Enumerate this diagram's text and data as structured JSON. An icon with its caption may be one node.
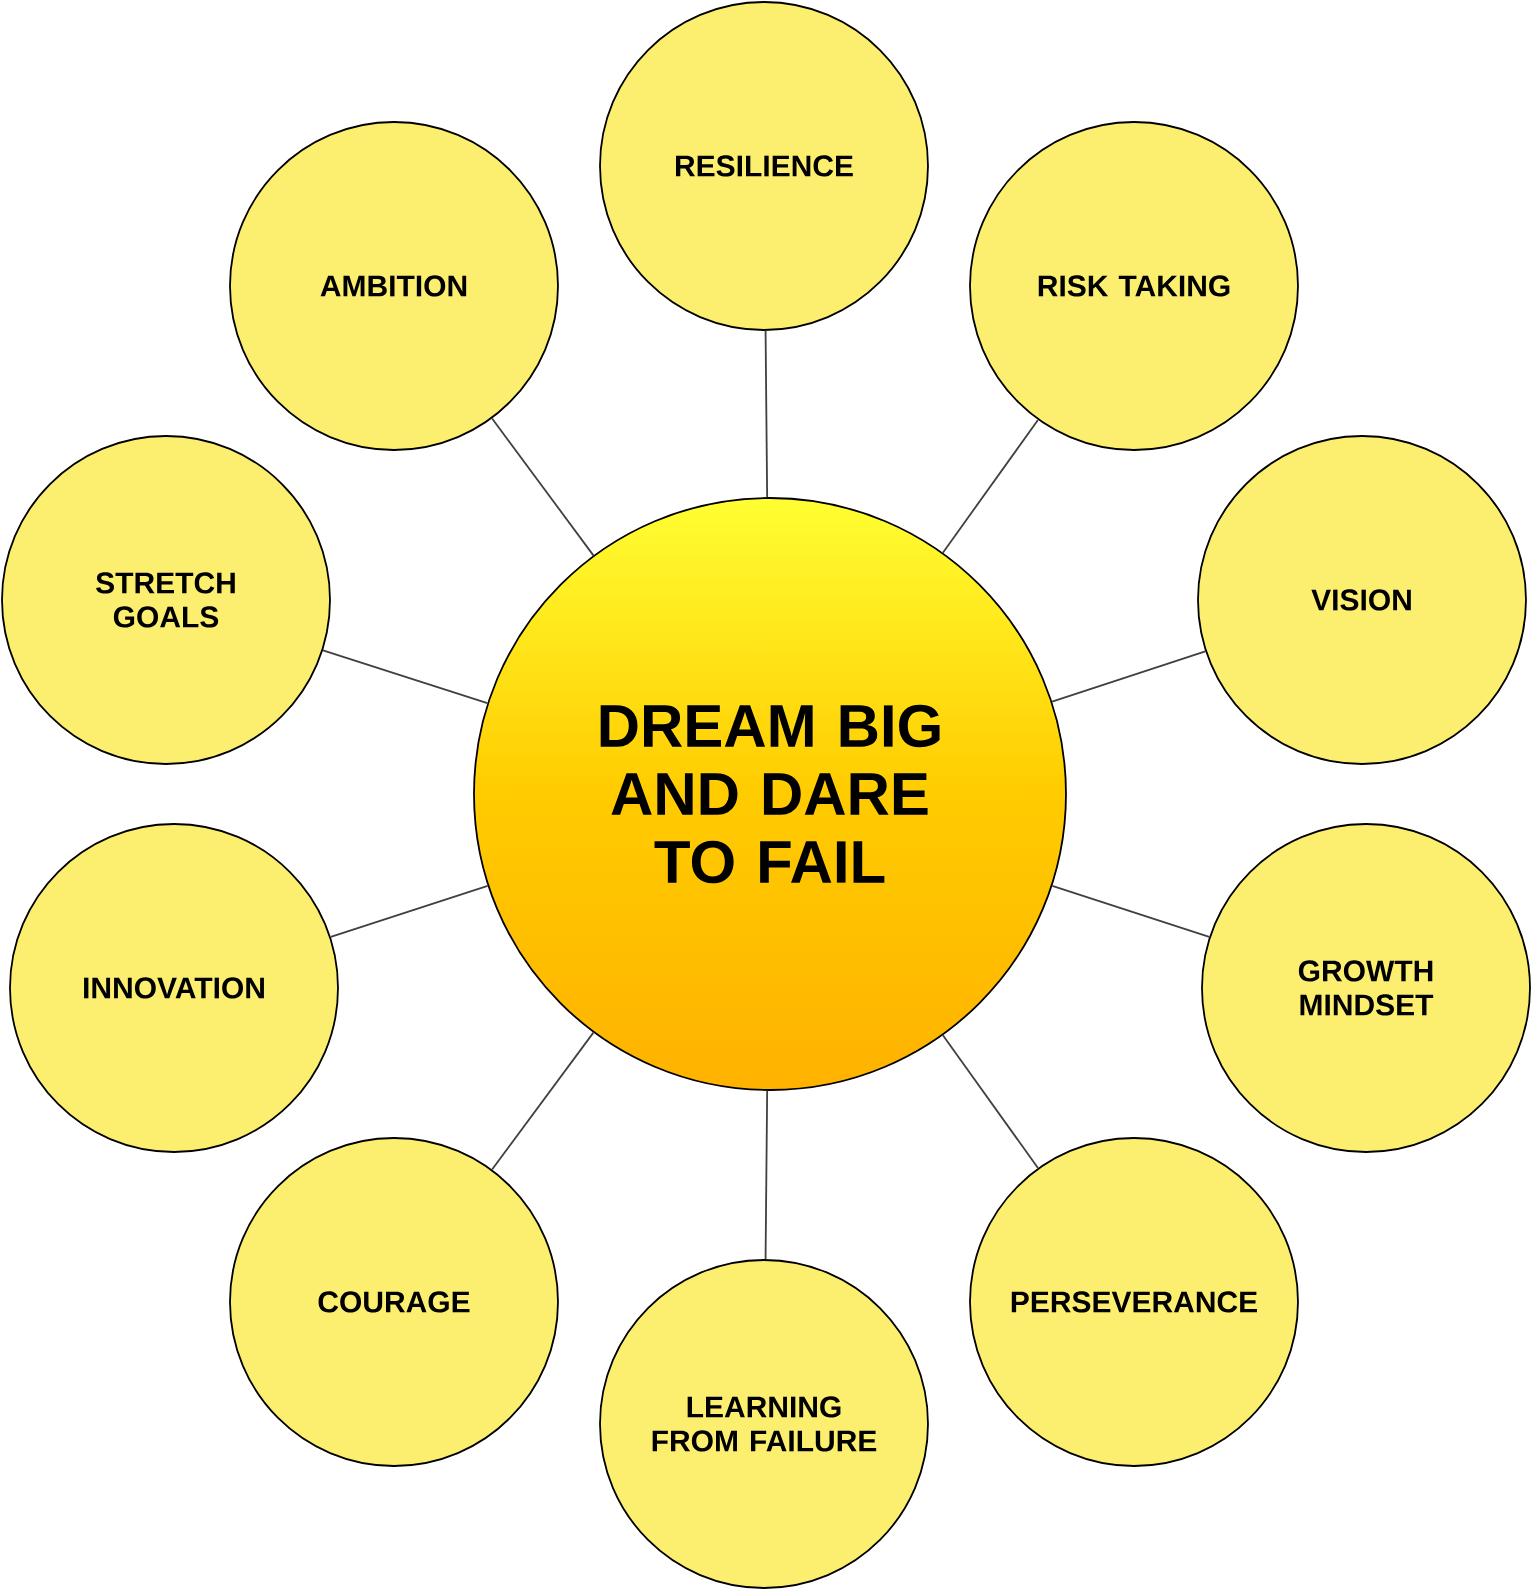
{
  "diagram": {
    "nodes": [
      {
        "text": [
          "DREAM BIG AND DARE TO FAIL"
        ]
      },
      {
        "text": [
          "RESILIENCE"
        ]
      },
      {
        "text": [
          "RISK TAKING"
        ]
      },
      {
        "text": [
          "VISION"
        ]
      },
      {
        "text": [
          "GROWTH MINDSET"
        ]
      },
      {
        "text": [
          "PERSEVERANCE"
        ]
      },
      {
        "text": [
          "LEARNING FROM FAILURE"
        ]
      },
      {
        "text": [
          "COURAGE"
        ]
      },
      {
        "text": [
          "INNOVATION"
        ]
      },
      {
        "text": [
          "STRETCH GOALS"
        ]
      },
      {
        "text": [
          "AMBITION"
        ]
      }
    ],
    "edges": [
      {
        "from": 0,
        "to": 1,
        "arrow": "none"
      },
      {
        "from": 0,
        "to": 2,
        "arrow": "none"
      },
      {
        "from": 0,
        "to": 3,
        "arrow": "none"
      },
      {
        "from": 0,
        "to": 4,
        "arrow": "none"
      },
      {
        "from": 0,
        "to": 5,
        "arrow": "none"
      },
      {
        "from": 0,
        "to": 6,
        "arrow": "none"
      },
      {
        "from": 0,
        "to": 7,
        "arrow": "none"
      },
      {
        "from": 0,
        "to": 8,
        "arrow": "none"
      },
      {
        "from": 0,
        "to": 9,
        "arrow": "none"
      },
      {
        "from": 0,
        "to": 10,
        "arrow": "none"
      }
    ]
  }
}
